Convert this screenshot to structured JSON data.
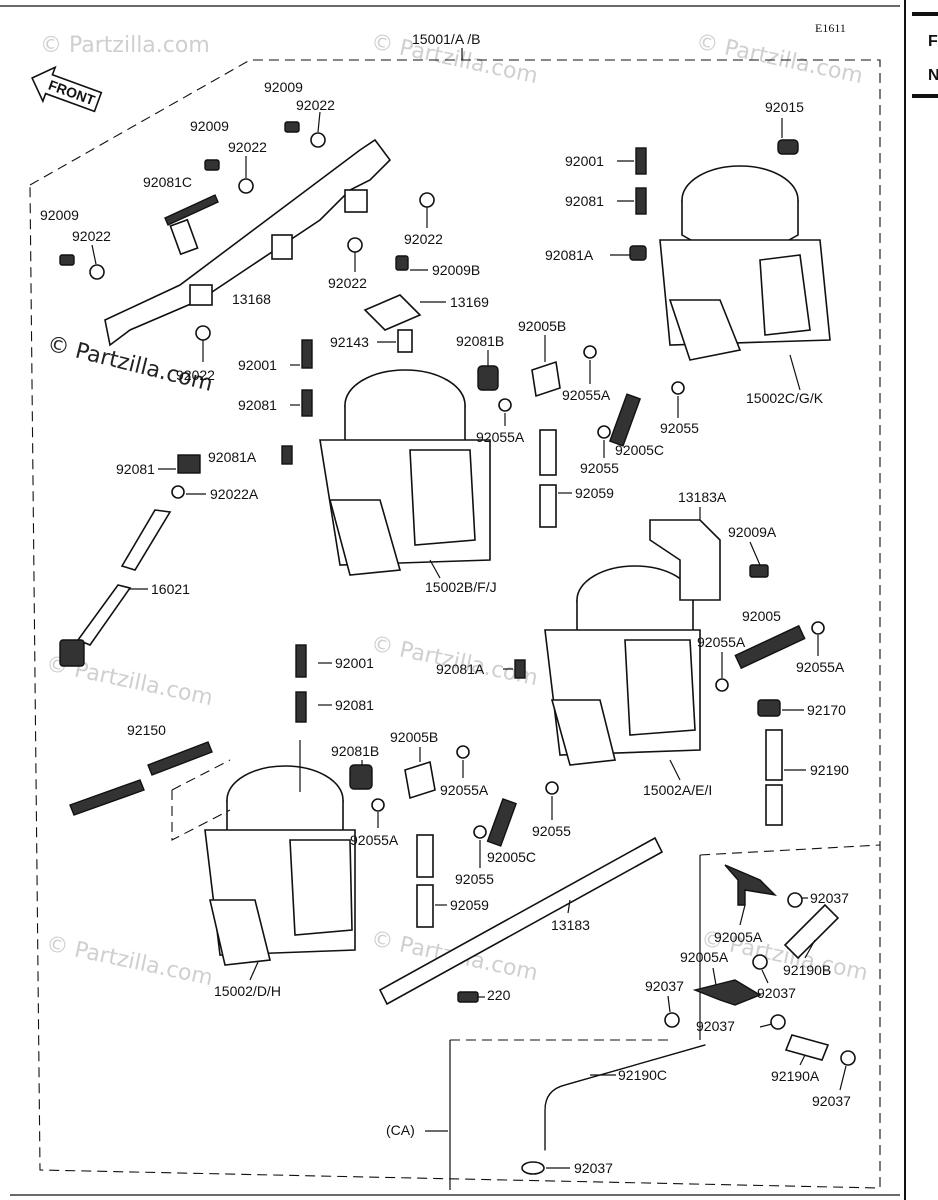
{
  "diagram": {
    "ref_code": "E1611",
    "assembly_label": "15001/A /B",
    "front_label": "FRONT",
    "edge_letters": [
      "F",
      "N"
    ],
    "watermark_main": "© Partzilla.com",
    "watermark_faint": "© Partzilla.com",
    "parts": {
      "p92009_a": "92009",
      "p92022_a": "92022",
      "p92009_b": "92009",
      "p92022_b": "92022",
      "p92081c": "92081C",
      "p92009_c": "92009",
      "p92022_c": "92022",
      "p92022_d": "92022",
      "p92022_e": "92022",
      "p92022_f": "92022",
      "p13168": "13168",
      "p92009b": "92009B",
      "p13169": "13169",
      "p92015": "92015",
      "p92001_a": "92001",
      "p92081_a": "92081",
      "p92081a_a": "92081A",
      "p15002cgk": "15002C/G/K",
      "p92143": "92143",
      "p92081b_a": "92081B",
      "p92005b_a": "92005B",
      "p92055a_a": "92055A",
      "p92001_b": "92001",
      "p92081_b": "92081",
      "p92055a_b": "92055A",
      "p92055_a": "92055",
      "p92005c_a": "92005C",
      "p92055_b": "92055",
      "p92081_c": "92081",
      "p92081a_b": "92081A",
      "p92022a": "92022A",
      "p92059_a": "92059",
      "p16021": "16021",
      "p15002bfj": "15002B/F/J",
      "p13183a": "13183A",
      "p92009a": "92009A",
      "p92005": "92005",
      "p92055a_c": "92055A",
      "p92055a_d": "92055A",
      "p92001_c": "92001",
      "p92081a_c": "92081A",
      "p92170": "92170",
      "p92081_d": "92081",
      "p92150": "92150",
      "p92081b_b": "92081B",
      "p92005b_b": "92005B",
      "p92190": "92190",
      "p92055a_e": "92055A",
      "p15002aei": "15002A/E/I",
      "p92055_c": "92055",
      "p92055a_f": "92055A",
      "p92005c_b": "92005C",
      "p92055_d": "92055",
      "p92059_b": "92059",
      "p92037_a": "92037",
      "p13183": "13183",
      "p92005a_a": "92005A",
      "p92190b": "92190B",
      "p92005a_b": "92005A",
      "p92037_b": "92037",
      "p15002dh": "15002/D/H",
      "p220": "220",
      "p92037_c": "92037",
      "p92037_d": "92037",
      "p92190a": "92190A",
      "p92190c": "92190C",
      "p92037_e": "92037",
      "pCA": "(CA)",
      "p92037_f": "92037"
    }
  }
}
